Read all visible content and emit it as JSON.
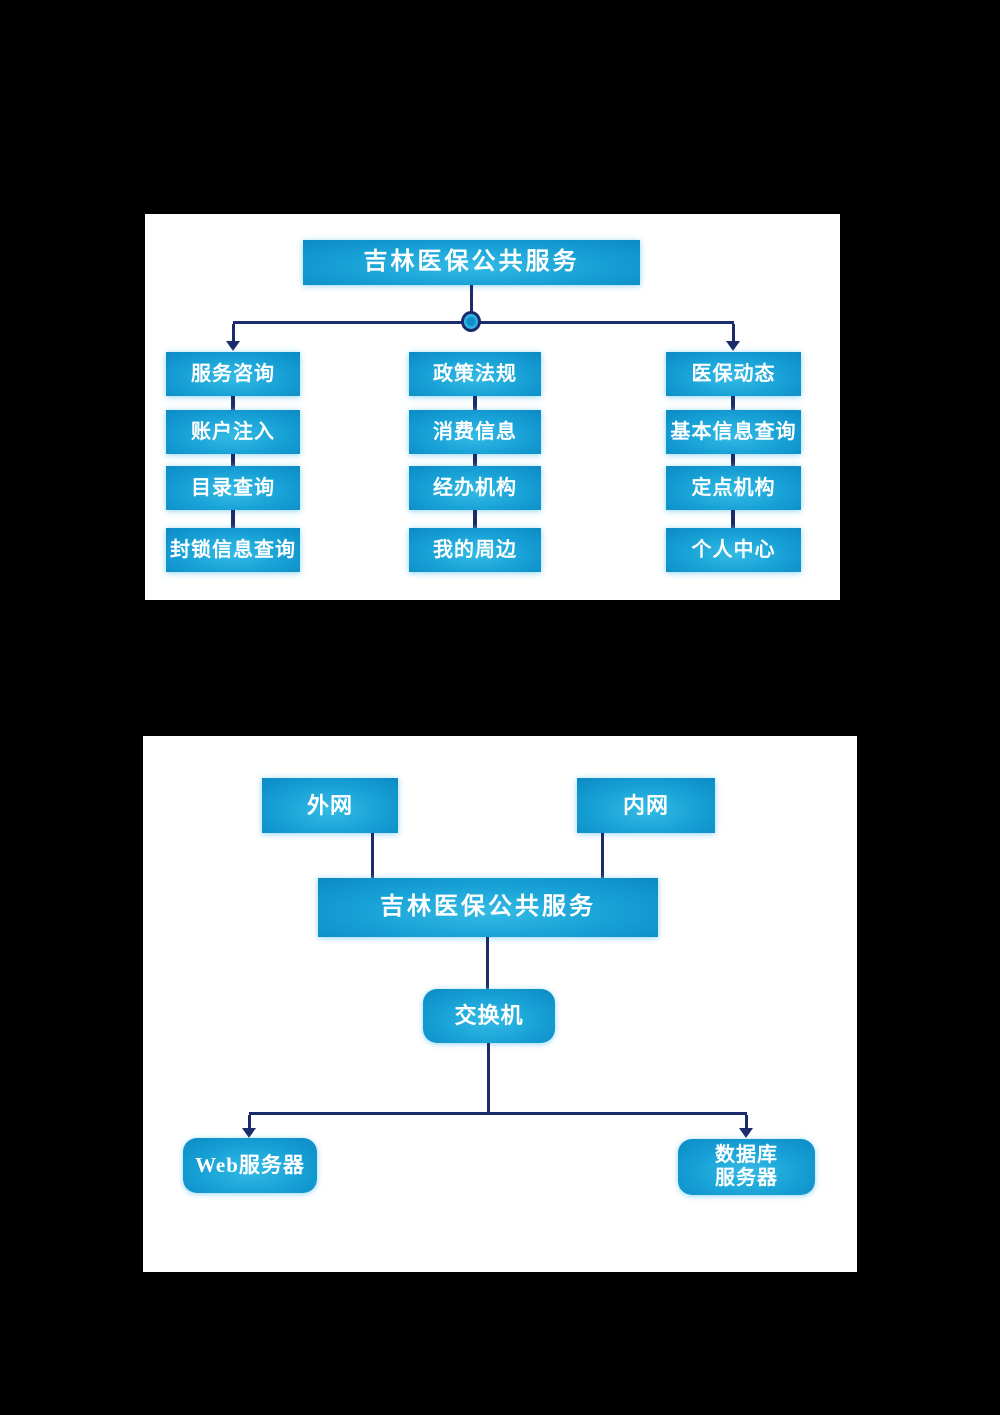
{
  "page": {
    "background": "#000000",
    "panel_background": "#ffffff"
  },
  "colors": {
    "node_fill_center": "#33bbe5",
    "node_fill_edge": "#0b8ac4",
    "connector": "#1b2b6b",
    "node_text": "#ffffff"
  },
  "diagram1": {
    "title": "吉林医保公共服务",
    "columns": [
      {
        "items": [
          "服务咨询",
          "账户注入",
          "目录查询",
          "封锁信息查询"
        ]
      },
      {
        "items": [
          "政策法规",
          "消费信息",
          "经办机构",
          "我的周边"
        ]
      },
      {
        "items": [
          "医保动态",
          "基本信息查询",
          "定点机构",
          "个人中心"
        ]
      }
    ]
  },
  "diagram2": {
    "top_nodes": [
      "外网",
      "内网"
    ],
    "center_node": "吉林医保公共服务",
    "switch_node": "交换机",
    "leaf_nodes": [
      {
        "lines": [
          "Web服务器"
        ]
      },
      {
        "lines": [
          "数据库",
          "服务器"
        ]
      }
    ]
  }
}
